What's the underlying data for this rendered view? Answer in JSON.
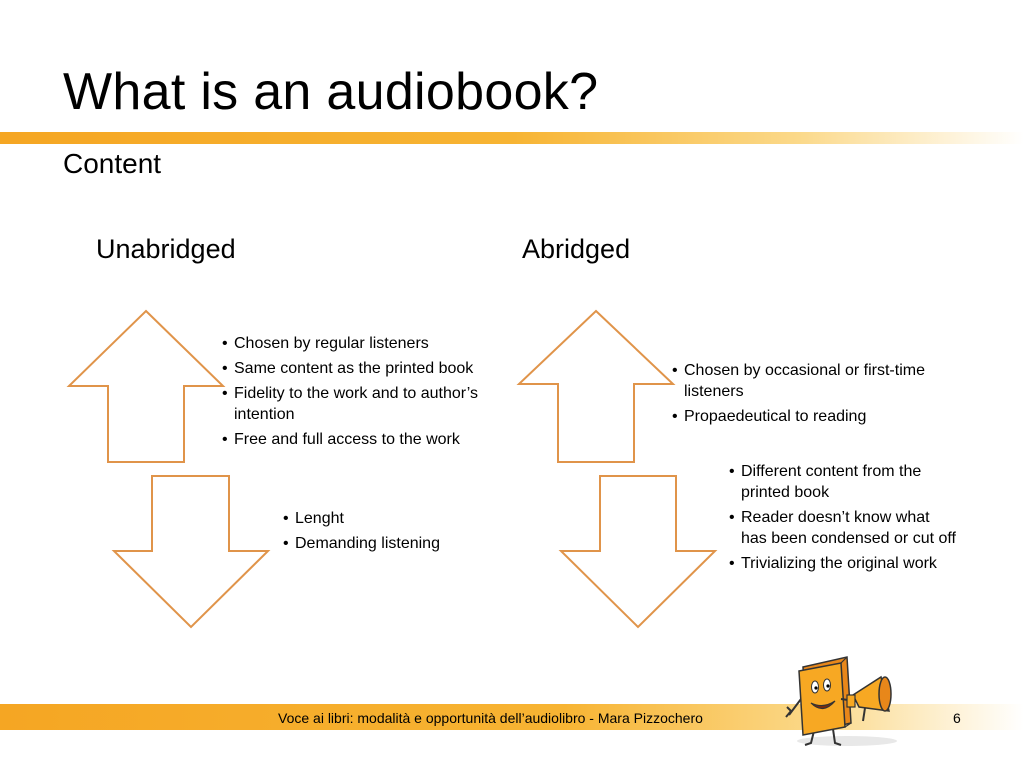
{
  "slide": {
    "title": "What is an audiobook?",
    "subtitle": "Content",
    "colors": {
      "accent": "#f5a623",
      "arrow_stroke": "#e0944a",
      "arrow_fill": "#ffffff",
      "text": "#000000"
    },
    "columns": [
      {
        "heading": "Unabridged",
        "up_points": [
          "Chosen by regular listeners",
          "Same content as the printed book",
          "Fidelity to the work and to author’s intention",
          "Free and full access to the work"
        ],
        "down_points": [
          "Lenght",
          "Demanding listening"
        ]
      },
      {
        "heading": "Abridged",
        "up_points": [
          "Chosen by occasional or first-time listeners",
          "Propaedeutical to reading"
        ],
        "down_points": [
          "Different content from the printed book",
          "Reader doesn’t know what has been condensed or cut off",
          "Trivializing the original work"
        ]
      }
    ],
    "footer": {
      "text": "Voce ai libri: modalità e opportunità dell’audiolibro - Mara Pizzochero",
      "page_number": "6"
    },
    "icons": {
      "up_arrow": "up-arrow-icon",
      "down_arrow": "down-arrow-icon",
      "mascot": "book-megaphone-mascot-icon"
    }
  }
}
